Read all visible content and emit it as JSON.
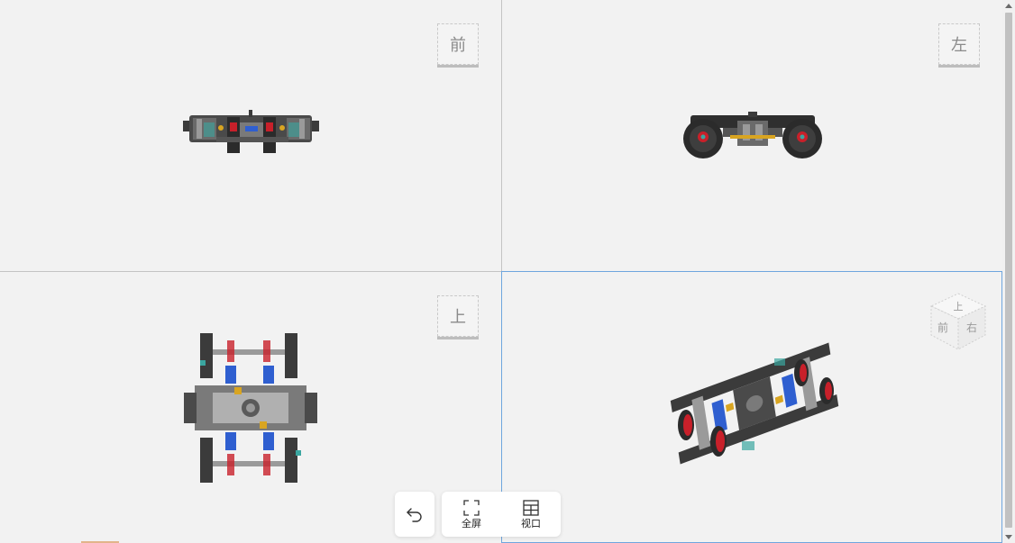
{
  "viewports": {
    "front": {
      "cube_label": "前"
    },
    "left": {
      "cube_label": "左"
    },
    "top": {
      "cube_label": "上"
    },
    "iso": {
      "cube_top": "上",
      "cube_front": "前",
      "cube_right": "右"
    }
  },
  "toolbar": {
    "undo_icon": "undo-arrow-icon",
    "fullscreen_label": "全屏",
    "fullscreen_icon": "fullscreen-icon",
    "viewport_label": "视口",
    "viewport_icon": "viewport-grid-icon"
  },
  "colors": {
    "frame": "#3b3b3b",
    "wheel": "#2b2b2b",
    "wheel_rim": "#c8202a",
    "spring": "#2f5fd0",
    "teal": "#3aa6a0",
    "gold": "#d9a521",
    "axle": "#9a9a9a",
    "active_border": "#6fa6de"
  }
}
